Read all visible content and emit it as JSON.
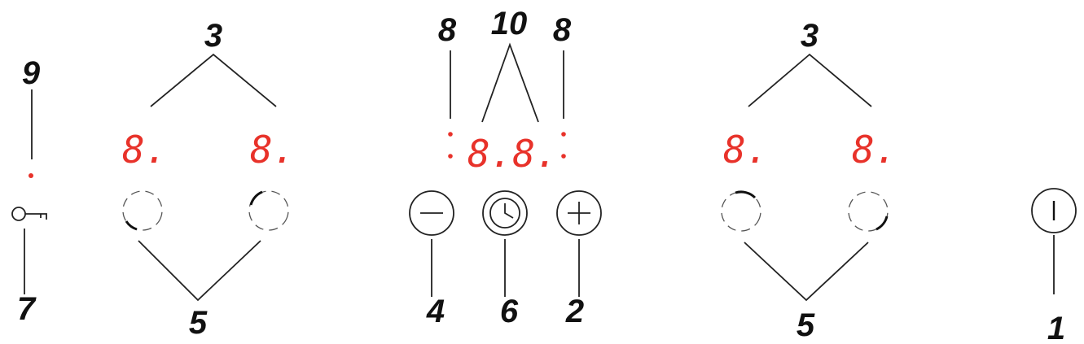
{
  "callouts": {
    "power": "1",
    "plus": "2",
    "zone_display_left": "3",
    "zone_display_right": "3",
    "minus": "4",
    "zone_select_left": "5",
    "zone_select_right": "5",
    "timer": "6",
    "lock": "7",
    "timer_dot_left": "8",
    "timer_dot_right": "8",
    "lock_indicator": "9",
    "timer_display": "10"
  },
  "displays": {
    "zone1": "8.",
    "zone2": "8.",
    "timer": "8.8.",
    "zone3": "8.",
    "zone4": "8."
  },
  "colors": {
    "display": "#e8322a",
    "lines": "#222222",
    "text": "#111111"
  },
  "icons": [
    "key-icon",
    "minus-icon",
    "clock-icon",
    "plus-icon",
    "power-icon"
  ]
}
